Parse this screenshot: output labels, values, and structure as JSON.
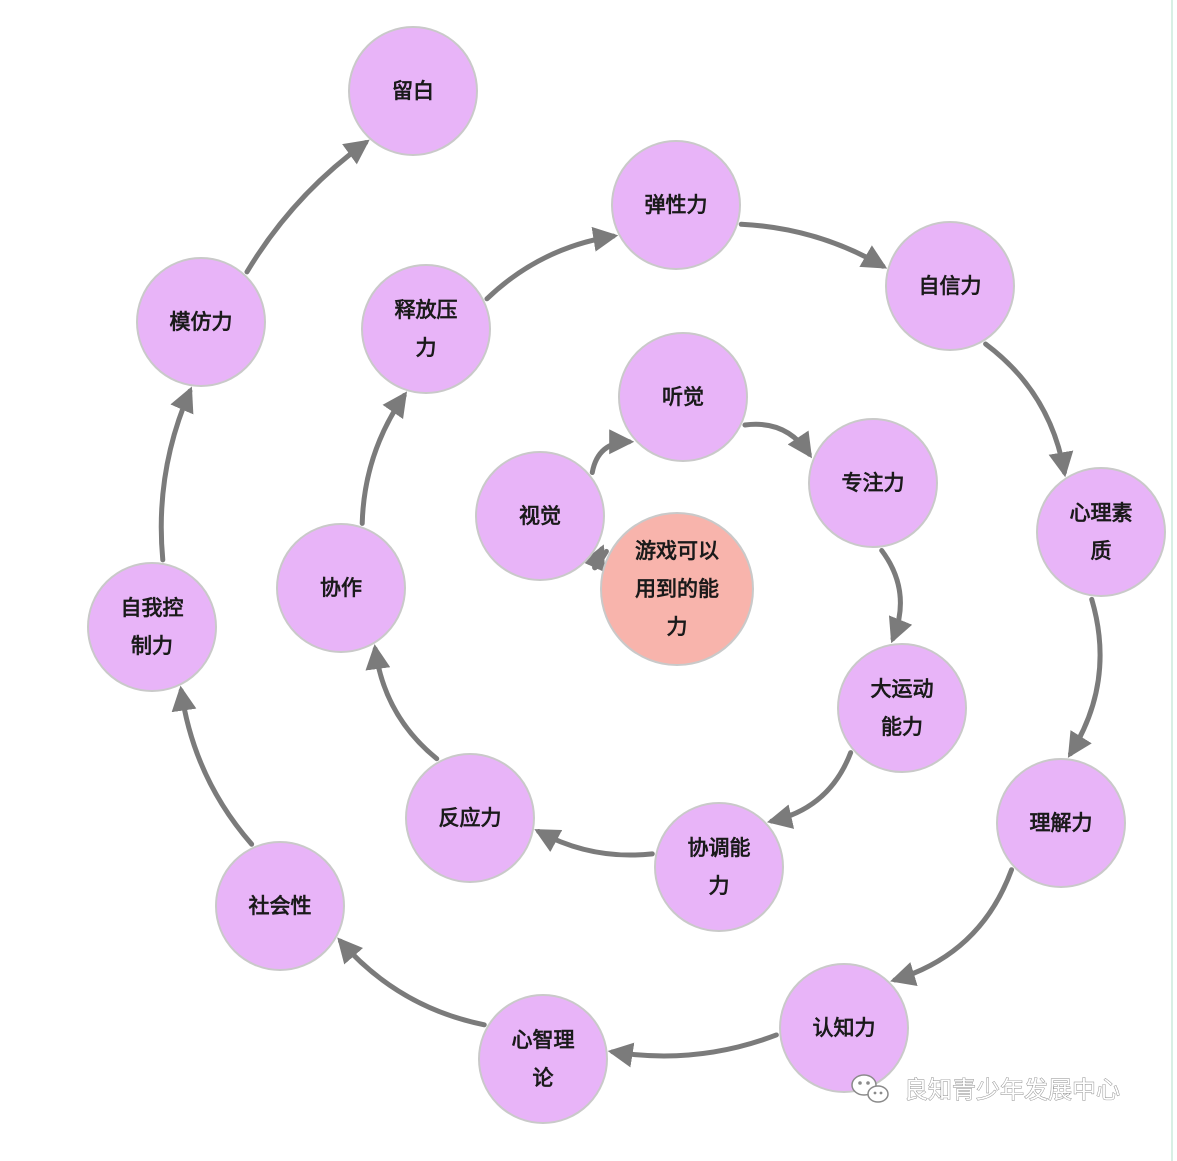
{
  "nodes": [
    {
      "id": "center",
      "lines": [
        "游戏可以",
        "用到的能",
        "力"
      ],
      "color": "#f8b4ac"
    },
    {
      "id": "visual",
      "lines": [
        "视觉"
      ],
      "color": "#e8b4f8"
    },
    {
      "id": "hearing",
      "lines": [
        "听觉"
      ],
      "color": "#e8b4f8"
    },
    {
      "id": "focus",
      "lines": [
        "专注力"
      ],
      "color": "#e8b4f8"
    },
    {
      "id": "gross-motor",
      "lines": [
        "大运动",
        "能力"
      ],
      "color": "#e8b4f8"
    },
    {
      "id": "coordination",
      "lines": [
        "协调能",
        "力"
      ],
      "color": "#e8b4f8"
    },
    {
      "id": "reaction",
      "lines": [
        "反应力"
      ],
      "color": "#e8b4f8"
    },
    {
      "id": "collaboration",
      "lines": [
        "协作"
      ],
      "color": "#e8b4f8"
    },
    {
      "id": "stress-release",
      "lines": [
        "释放压",
        "力"
      ],
      "color": "#e8b4f8"
    },
    {
      "id": "resilience",
      "lines": [
        "弹性力"
      ],
      "color": "#e8b4f8"
    },
    {
      "id": "confidence",
      "lines": [
        "自信力"
      ],
      "color": "#e8b4f8"
    },
    {
      "id": "mental-quality",
      "lines": [
        "心理素",
        "质"
      ],
      "color": "#e8b4f8"
    },
    {
      "id": "understanding",
      "lines": [
        "理解力"
      ],
      "color": "#e8b4f8"
    },
    {
      "id": "cognition",
      "lines": [
        "认知力"
      ],
      "color": "#e8b4f8"
    },
    {
      "id": "theory-of-mind",
      "lines": [
        "心智理",
        "论"
      ],
      "color": "#e8b4f8"
    },
    {
      "id": "sociality",
      "lines": [
        "社会性"
      ],
      "color": "#e8b4f8"
    },
    {
      "id": "self-control",
      "lines": [
        "自我控",
        "制力"
      ],
      "color": "#e8b4f8"
    },
    {
      "id": "imitation",
      "lines": [
        "模仿力"
      ],
      "color": "#e8b4f8"
    },
    {
      "id": "blank-space",
      "lines": [
        "留白"
      ],
      "color": "#e8b4f8"
    }
  ],
  "edges": [
    [
      "center",
      "visual"
    ],
    [
      "visual",
      "hearing"
    ],
    [
      "hearing",
      "focus"
    ],
    [
      "focus",
      "gross-motor"
    ],
    [
      "gross-motor",
      "coordination"
    ],
    [
      "coordination",
      "reaction"
    ],
    [
      "reaction",
      "collaboration"
    ],
    [
      "collaboration",
      "stress-release"
    ],
    [
      "stress-release",
      "resilience"
    ],
    [
      "resilience",
      "confidence"
    ],
    [
      "confidence",
      "mental-quality"
    ],
    [
      "mental-quality",
      "understanding"
    ],
    [
      "understanding",
      "cognition"
    ],
    [
      "cognition",
      "theory-of-mind"
    ],
    [
      "theory-of-mind",
      "sociality"
    ],
    [
      "sociality",
      "self-control"
    ],
    [
      "self-control",
      "imitation"
    ],
    [
      "imitation",
      "blank-space"
    ]
  ],
  "colors": {
    "node_stroke": "#c9c9c9",
    "edge": "#7b7b7b"
  },
  "watermark": {
    "icon": "wechat-icon",
    "text": "良知青少年发展中心"
  }
}
